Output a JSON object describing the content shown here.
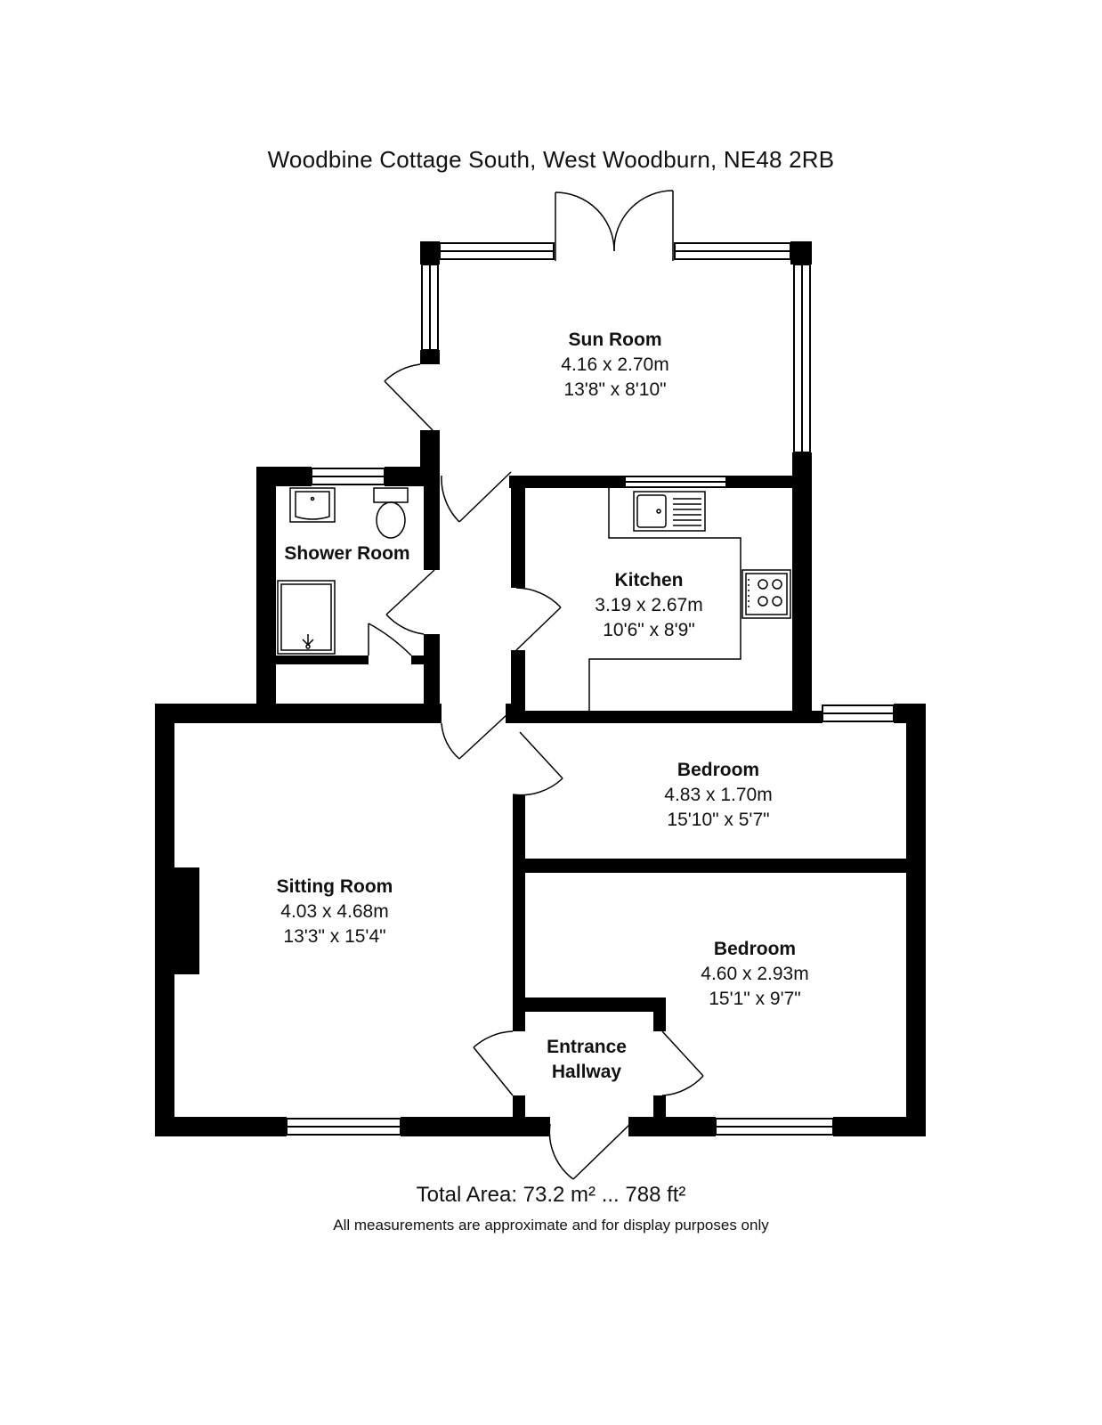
{
  "title": "Woodbine Cottage South, West Woodburn, NE48 2RB",
  "rooms": {
    "sun_room": {
      "name": "Sun Room",
      "metric": "4.16 x 2.70m",
      "imperial": "13'8\" x 8'10\""
    },
    "shower_room": {
      "name": "Shower Room"
    },
    "kitchen": {
      "name": "Kitchen",
      "metric": "3.19 x 2.67m",
      "imperial": "10'6\" x 8'9\""
    },
    "bedroom_small": {
      "name": "Bedroom",
      "metric": "4.83 x 1.70m",
      "imperial": "15'10\" x 5'7\""
    },
    "sitting_room": {
      "name": "Sitting Room",
      "metric": "4.03 x 4.68m",
      "imperial": "13'3\" x 15'4\""
    },
    "bedroom_large": {
      "name": "Bedroom",
      "metric": "4.60 x 2.93m",
      "imperial": "15'1\" x 9'7\""
    },
    "entrance": {
      "name_line1": "Entrance",
      "name_line2": "Hallway"
    }
  },
  "total_area": "Total Area: 73.2 m² ... 788 ft²",
  "disclaimer": "All measurements are approximate and for display purposes only"
}
